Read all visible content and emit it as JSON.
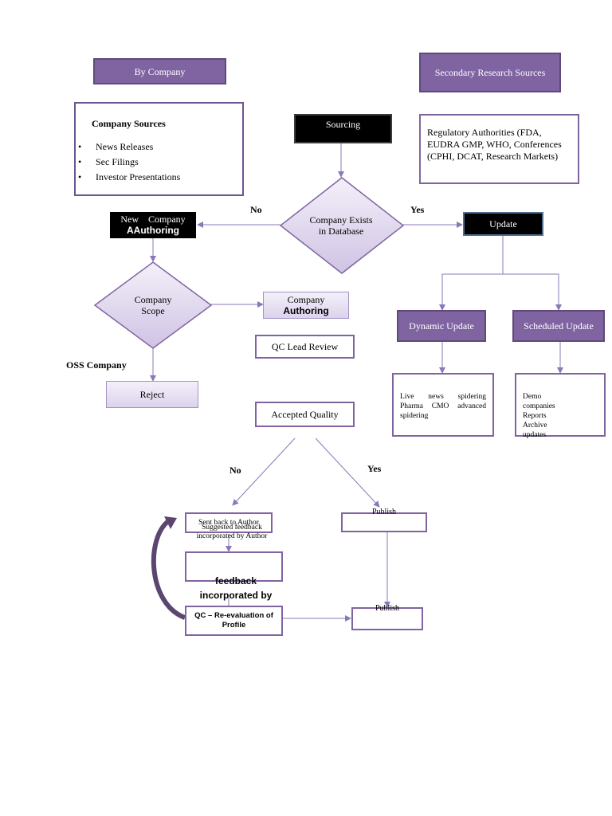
{
  "labels": {
    "by_company": "By Company",
    "secondary_research_sources": "Secondary Research Sources",
    "company_sources_title": "Company Sources",
    "company_sources_items": [
      "News Releases",
      "Sec Filings",
      "Investor Presentations"
    ],
    "sourcing": "Sourcing",
    "regulatory": "Regulatory Authorities (FDA, EUDRA GMP, WHO, Conferences (CPHI, DCAT, Research Markets)",
    "new_company_line1": "New    Company",
    "new_company_line2": "AAuthoring",
    "company_exists": "Company Exists in Database",
    "no_1": "No",
    "yes_1": "Yes",
    "update": "Update",
    "company_scope": "Company Scope",
    "company_authoring_line1": "Company",
    "company_authoring_line2": "Authoring",
    "dynamic_update": "Dynamic Update",
    "scheduled_update": "Scheduled Update",
    "qc_lead_review": "QC Lead Review",
    "oss_company": "OSS Company",
    "reject": "Reject",
    "dynamic_details": "Live news spidering Pharma CMO advanced spidering",
    "scheduled_details": "Demo companies Reports Archive updates",
    "accepted_quality": "Accepted Quality",
    "no_2": "No",
    "yes_2": "Yes",
    "sent_back": "Sent back to Author",
    "suggested_feedback": "Suggested feedback incorporated by Author",
    "publish_1": "Publish",
    "feedback_incorporated": "feedback incorporated by Author",
    "qc_reevaluation": "QC – Re-evaluation of Profile",
    "publish_2": "Publish"
  },
  "colors": {
    "accent_purple": "#8064a2",
    "dark_purple": "#5f497a",
    "connector": "#8b78b8",
    "loop_arrow": "#5b4670",
    "lavender": "#dcd3ec"
  }
}
